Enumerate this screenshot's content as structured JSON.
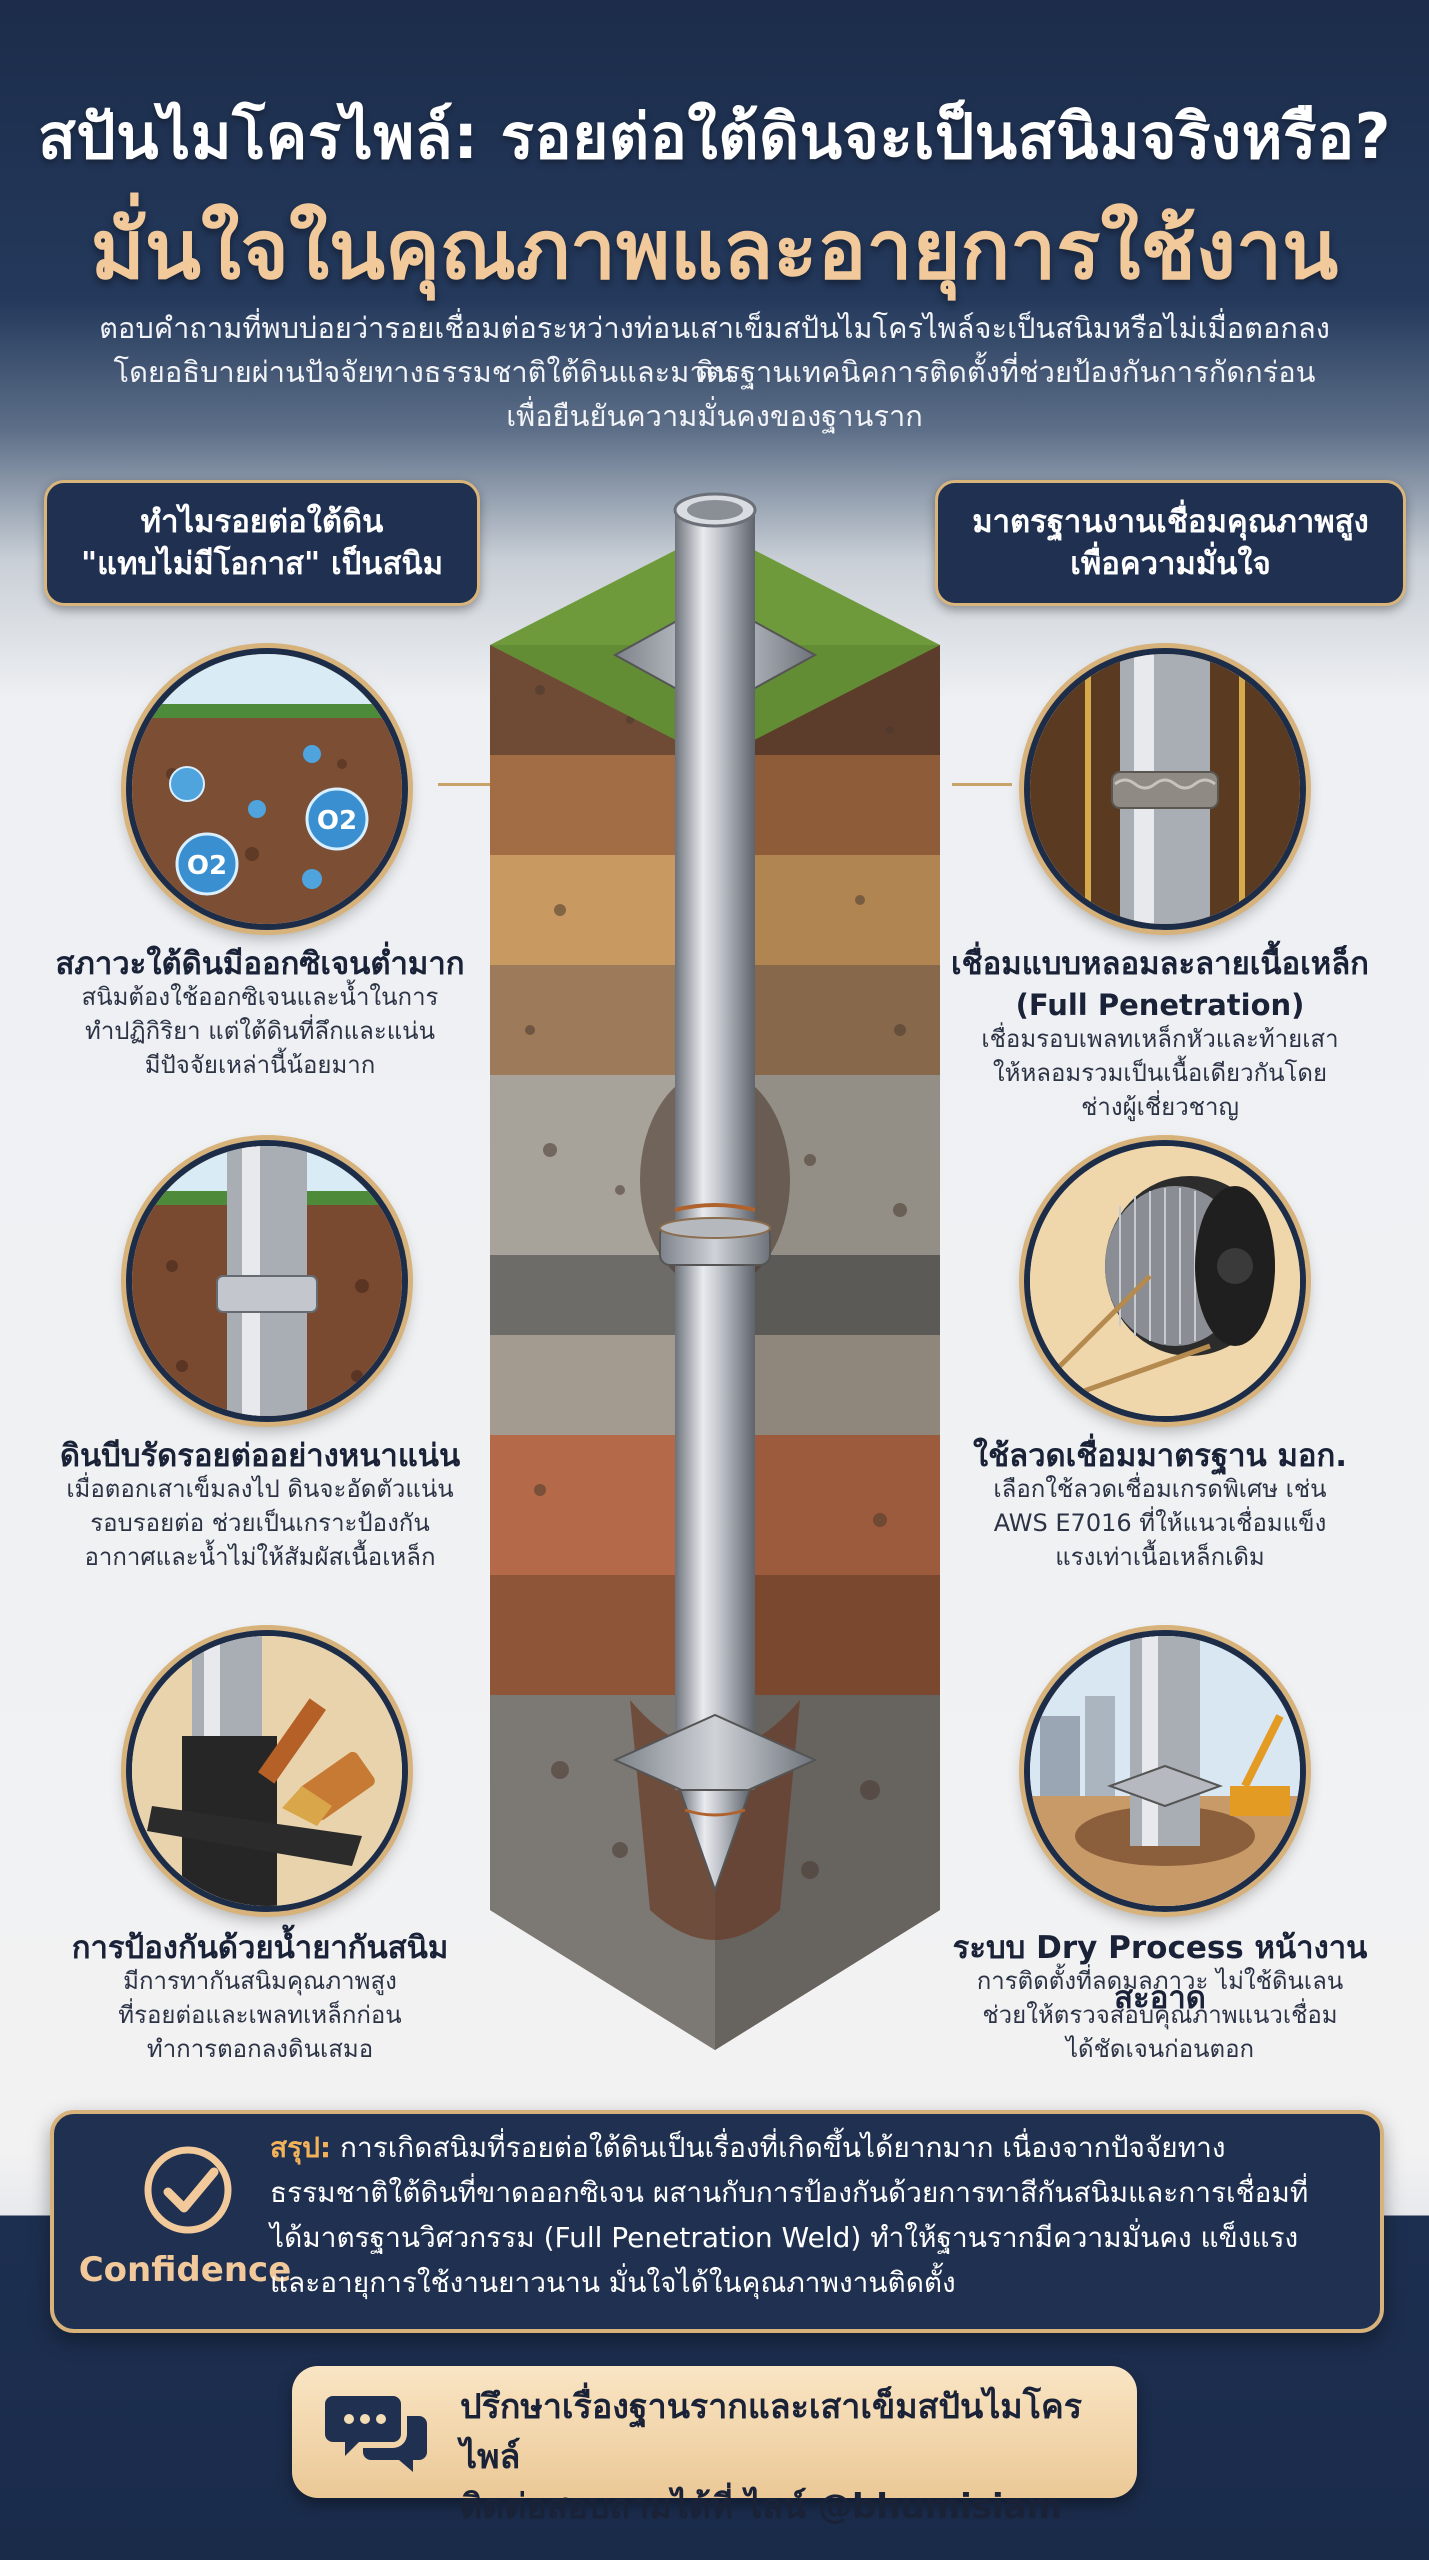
{
  "header": {
    "title_line1": "สปันไมโครไพล์: รอยต่อใต้ดินจะเป็นสนิมจริงหรือ?",
    "title_line2": "มั่นใจในคุณภาพและอายุการใช้งาน",
    "intro_line1": "ตอบคำถามที่พบบ่อยว่ารอยเชื่อมต่อระหว่างท่อนเสาเข็มสปันไมโครไพล์จะเป็นสนิมหรือไม่เมื่อตอกลงดิน",
    "intro_line2": "โดยอธิบายผ่านปัจจัยทางธรรมชาติใต้ดินและมาตรฐานเทคนิคการติดตั้งที่ช่วยป้องกันการกัดกร่อน",
    "intro_line3": "เพื่อยืนยันความมั่นคงของฐานราก"
  },
  "left_section": {
    "title_line1": "ทำไมรอยต่อใต้ดิน",
    "title_line2": "\"แทบไม่มีโอกาส\" เป็นสนิม",
    "items": [
      {
        "icon": "low-oxygen-soil-icon",
        "title": "สภาวะใต้ดินมีออกซิเจนต่ำมาก",
        "desc_line1": "สนิมต้องใช้ออกซิเจนและน้ำในการ",
        "desc_line2": "ทำปฏิกิริยา แต่ใต้ดินที่ลึกและแน่น",
        "desc_line3": "มีปัจจัยเหล่านี้น้อยมาก",
        "bubble1": "O2",
        "bubble2": "O2"
      },
      {
        "icon": "soil-compaction-icon",
        "title": "ดินบีบรัดรอยต่ออย่างหนาแน่น",
        "desc_line1": "เมื่อตอกเสาเข็มลงไป ดินจะอัดตัวแน่น",
        "desc_line2": "รอบรอยต่อ ช่วยเป็นเกราะป้องกัน",
        "desc_line3": "อากาศและน้ำไม่ให้สัมผัสเนื้อเหล็ก"
      },
      {
        "icon": "anti-rust-coating-icon",
        "title": "การป้องกันด้วยน้ำยากันสนิม",
        "desc_line1": "มีการทากันสนิมคุณภาพสูง",
        "desc_line2": "ที่รอยต่อและเพลทเหล็กก่อน",
        "desc_line3": "ทำการตอกลงดินเสมอ"
      }
    ]
  },
  "right_section": {
    "title_line1": "มาตรฐานงานเชื่อมคุณภาพสูง",
    "title_line2": "เพื่อความมั่นใจ",
    "items": [
      {
        "icon": "full-penetration-weld-icon",
        "title_line1": "เชื่อมแบบหลอมละลายเนื้อเหล็ก",
        "title_line2": "(Full Penetration)",
        "desc_line1": "เชื่อมรอบเพลทเหล็กหัวและท้ายเสา",
        "desc_line2": "ให้หลอมรวมเป็นเนื้อเดียวกันโดย",
        "desc_line3": "ช่างผู้เชี่ยวชาญ"
      },
      {
        "icon": "welding-wire-spool-icon",
        "title_line1": "ใช้ลวดเชื่อมมาตรฐาน มอก.",
        "desc_line1": "เลือกใช้ลวดเชื่อมเกรดพิเศษ เช่น",
        "desc_line2": "AWS E7016 ที่ให้แนวเชื่อมแข็ง",
        "desc_line3": "แรงเท่าเนื้อเหล็กเดิม"
      },
      {
        "icon": "dry-process-site-icon",
        "title_line1": "ระบบ Dry Process หน้างานสะอาด",
        "desc_line1": "การติดตั้งที่ลดมลภาวะ ไม่ใช้ดินเลน",
        "desc_line2": "ช่วยให้ตรวจสอบคุณภาพแนวเชื่อม",
        "desc_line3": "ได้ชัดเจนก่อนตอก"
      }
    ]
  },
  "summary": {
    "label": "สรุป:",
    "line1": "การเกิดสนิมที่รอยต่อใต้ดินเป็นเรื่องที่เกิดขึ้นได้ยากมาก เนื่องจากปัจจัยทาง",
    "line2": "ธรรมชาติใต้ดินที่ขาดออกซิเจน ผสานกับการป้องกันด้วยการทาสีกันสนิมและการเชื่อมที่",
    "line3": "ได้มาตรฐานวิศวกรรม (Full Penetration Weld) ทำให้ฐานรากมีความมั่นคง แข็งแรง",
    "line4": "และอายุการใช้งานยาวนาน มั่นใจได้ในคุณภาพงานติดตั้ง",
    "badge_label": "Confidence"
  },
  "contact": {
    "line1": "ปรึกษาเรื่องฐานรากและเสาเข็มสปันไมโครไพล์",
    "line2_prefix": "ติดต่อสอบถามได้ที่ ",
    "line2_handle": "ไลน์ @bhumisiam"
  },
  "colors": {
    "navy": "#1f3050",
    "gold": "#d7b27a",
    "title_accent": "#f1c99a",
    "summary_label": "#f1b25a"
  }
}
